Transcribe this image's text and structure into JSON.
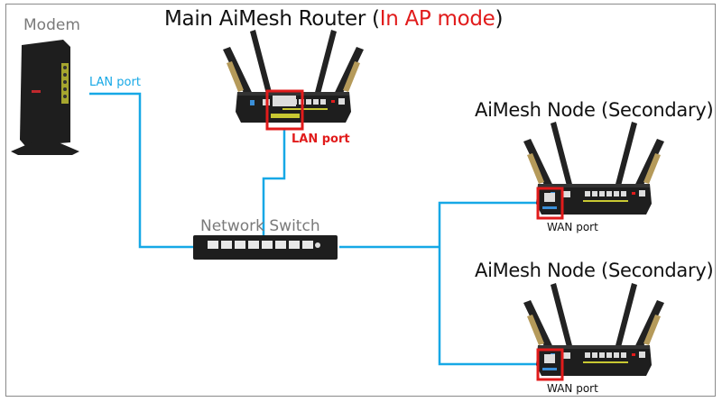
{
  "diagram": {
    "title_main_prefix": "Main AiMesh Router (",
    "title_main_highlight": "In AP mode",
    "title_main_suffix": ")",
    "modem_label": "Modem",
    "modem_port_label": "LAN port",
    "router_port_label": "LAN port",
    "switch_label": "Network Switch",
    "node1_title": "AiMesh Node (Secondary)",
    "node1_port_label": "WAN port",
    "node2_title": "AiMesh Node (Secondary)",
    "node2_port_label": "WAN port",
    "colors": {
      "cable": "#16a8e6",
      "highlight": "#e11b1b",
      "device_body": "#1e1e1e",
      "label_gray": "#7a7a7a"
    },
    "devices": [
      {
        "id": "modem",
        "type": "modem",
        "name": "Modem"
      },
      {
        "id": "main-router",
        "type": "router",
        "name": "Main AiMesh Router",
        "mode": "AP mode"
      },
      {
        "id": "switch",
        "type": "switch",
        "name": "Network Switch",
        "ports": 8
      },
      {
        "id": "node1",
        "type": "router",
        "name": "AiMesh Node (Secondary)"
      },
      {
        "id": "node2",
        "type": "router",
        "name": "AiMesh Node (Secondary)"
      }
    ],
    "connections": [
      {
        "from": "modem",
        "from_port": "LAN port",
        "to": "switch"
      },
      {
        "from": "main-router",
        "from_port": "LAN port",
        "to": "switch"
      },
      {
        "from": "switch",
        "to": "node1",
        "to_port": "WAN port"
      },
      {
        "from": "switch",
        "to": "node2",
        "to_port": "WAN port"
      }
    ]
  }
}
